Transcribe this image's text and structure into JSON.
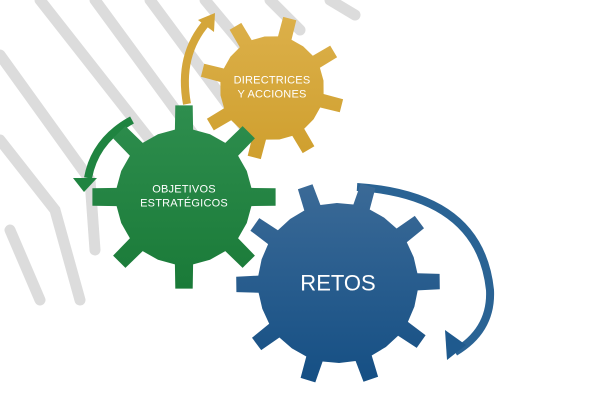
{
  "gears": [
    {
      "id": "directrices",
      "lines": [
        "DIRECTRICES",
        "Y ACCIONES"
      ],
      "color": "#d4a63a",
      "teeth": 8
    },
    {
      "id": "objetivos",
      "lines": [
        "OBJETIVOS",
        "ESTRATÉGICOS"
      ],
      "color": "#1f8440",
      "teeth": 8
    },
    {
      "id": "retos",
      "lines": [
        "RETOS"
      ],
      "color": "#1f5a8e",
      "teeth": 10
    }
  ],
  "colors": {
    "stripes": "#dcdcdc",
    "gold": "#d4a63a",
    "green": "#1f8440",
    "blue": "#1f5a8e"
  }
}
